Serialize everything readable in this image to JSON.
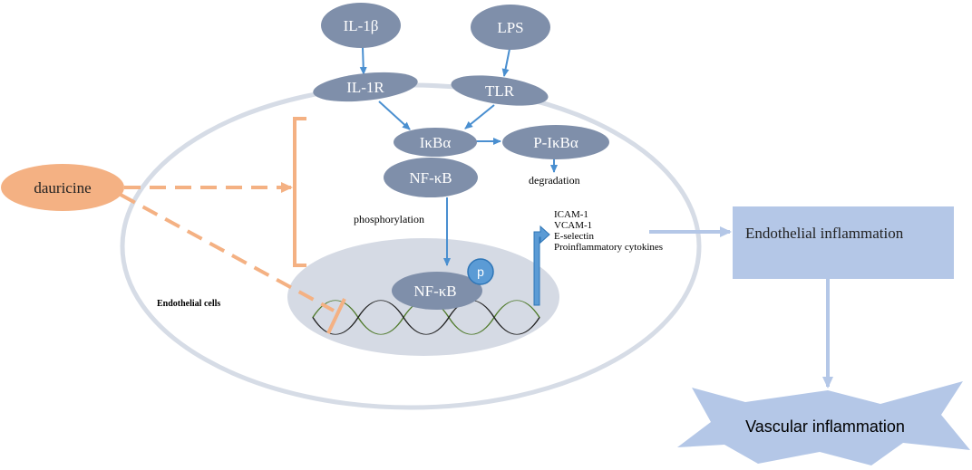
{
  "colors": {
    "node_fill": "#7F8FAA",
    "arrow_blue": "#4A8FD0",
    "cell_outline": "#D6DCE6",
    "nucleus_fill": "#D5DAE4",
    "inhibitor_orange": "#F4B183",
    "box_fill": "#B4C7E7",
    "box_arrow": "#B4C7E7",
    "dna_green": "#4F7A2B",
    "dna_black": "#222222",
    "p_badge": "#5B9BD5"
  },
  "ligands": {
    "il1b": "IL-1β",
    "lps": "LPS"
  },
  "receptors": {
    "il1r": "IL-1R",
    "tlr": "TLR"
  },
  "cytoplasm": {
    "ikba": "IκBα",
    "p_ikba": "P-IκBα",
    "nfkb": "NF-κB",
    "degradation": "degradation",
    "phosphorylation": "phosphorylation"
  },
  "nucleus": {
    "nfkb": "NF-κB",
    "p_badge": "p"
  },
  "gene_products": [
    "ICAM-1",
    "VCAM-1",
    "E-selectin",
    "Proinflammatory cytokines"
  ],
  "cell_label": "Endothelial cells",
  "drug": "dauricine",
  "outcomes": {
    "endothelial": "Endothelial inflammation",
    "vascular": "Vascular inflammation"
  }
}
